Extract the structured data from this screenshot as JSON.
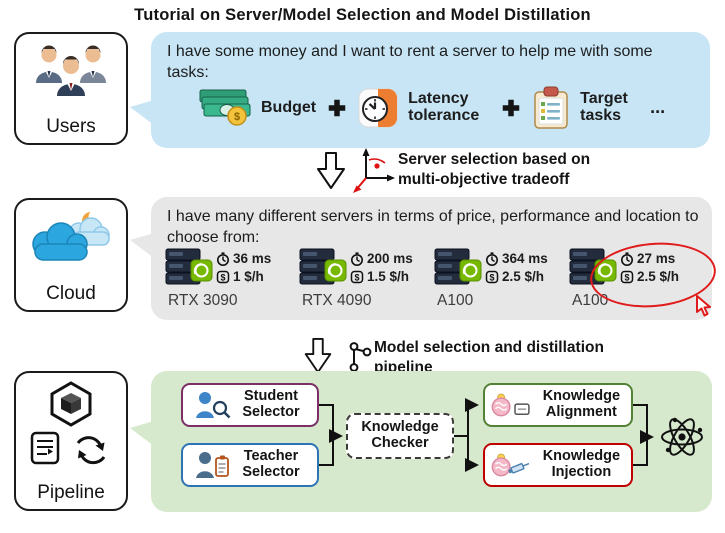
{
  "title": "Tutorial on  Server/Model Selection and Model Distillation",
  "users": {
    "label": "Users",
    "message": "I have some money and I want to rent a server to help me with some tasks:",
    "factors": [
      {
        "label": "Budget"
      },
      {
        "label": "Latency tolerance"
      },
      {
        "label": "Target tasks"
      }
    ],
    "more": "..."
  },
  "step1": {
    "lines": [
      "Server selection based on",
      "multi-objective tradeoff"
    ]
  },
  "cloud": {
    "label": "Cloud",
    "message": "I have many different servers in terms of price, performance and location to choose from:",
    "servers": [
      {
        "name": "RTX 3090",
        "latency": "36 ms",
        "price": "1 $/h",
        "selected": false
      },
      {
        "name": "RTX 4090",
        "latency": "200 ms",
        "price": "1.5 $/h",
        "selected": false
      },
      {
        "name": "A100",
        "latency": "364 ms",
        "price": "2.5 $/h",
        "selected": false
      },
      {
        "name": "A100",
        "latency": "27 ms",
        "price": "2.5 $/h",
        "selected": true
      }
    ]
  },
  "step2": {
    "lines": [
      "Model selection and distillation",
      "pipeline"
    ]
  },
  "pipeline": {
    "label": "Pipeline",
    "student_selector": "Student Selector",
    "teacher_selector": "Teacher Selector",
    "knowledge_checker": "Knowledge Checker",
    "knowledge_alignment": "Knowledge Alignment",
    "knowledge_injection": "Knowledge Injection"
  },
  "icons": {
    "dollar": "$"
  },
  "colors": {
    "bubble_blue": "#c7e5f5",
    "bubble_gray": "#e7e7e7",
    "bubble_green": "#d7e9cd",
    "student": "#7b2f66",
    "teacher": "#2e74b5",
    "alignment": "#538135",
    "injection": "#c00000",
    "nvidia_green": "#76b900",
    "accent_red": "#e01b1b",
    "latency_orange": "#ed7d31"
  }
}
